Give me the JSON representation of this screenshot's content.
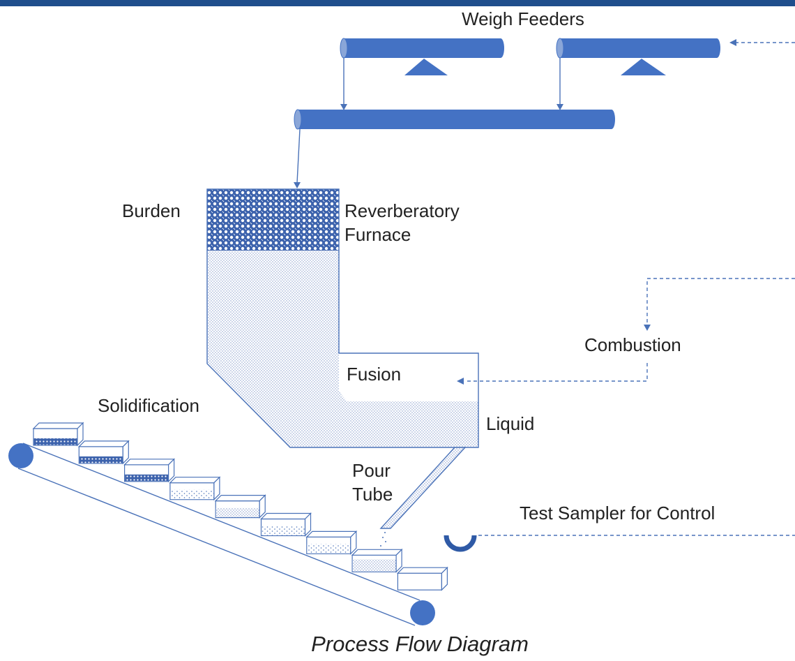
{
  "labels": {
    "weigh_feeders": "Weigh Feeders",
    "burden": "Burden",
    "furnace_line1": "Reverberatory",
    "furnace_line2": "Furnace",
    "combustion": "Combustion",
    "fusion": "Fusion",
    "solidification": "Solidification",
    "liquid": "Liquid",
    "pour_tube_line1": "Pour",
    "pour_tube_line2": "Tube",
    "test_sampler": "Test Sampler for Control"
  },
  "caption": "Process Flow Diagram",
  "colors": {
    "top_bar": "#1f4e8c",
    "feeder_blue": "#4472c4",
    "line": "#4a72b8",
    "text": "#222222"
  }
}
